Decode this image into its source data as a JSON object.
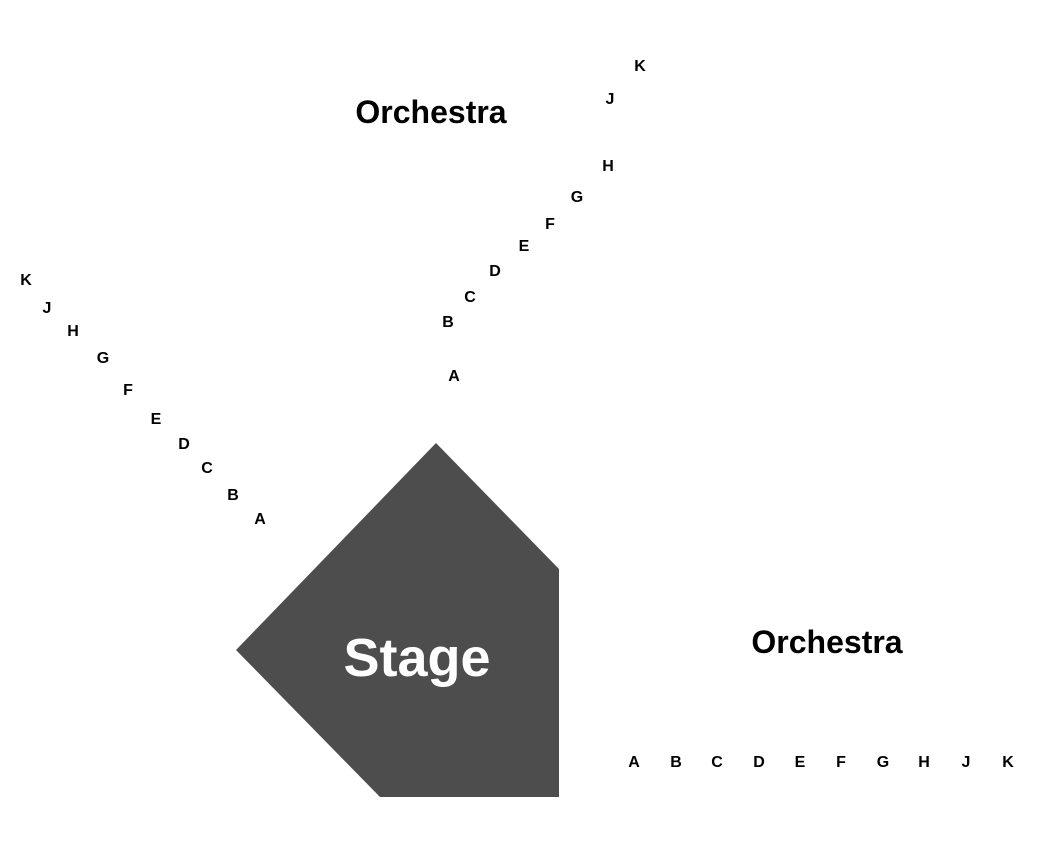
{
  "colors": {
    "stage_fill": "#4d4d4d",
    "stage_text": "#ffffff",
    "label_text": "#000000",
    "background": "#ffffff"
  },
  "stage": {
    "label": "Stage"
  },
  "sections": {
    "orchestra_top": {
      "label": "Orchestra",
      "rows": [
        "A",
        "B",
        "C",
        "D",
        "E",
        "F",
        "G",
        "H",
        "J",
        "K"
      ]
    },
    "orchestra_left": {
      "rows": [
        "A",
        "B",
        "C",
        "D",
        "E",
        "F",
        "G",
        "H",
        "J",
        "K"
      ]
    },
    "orchestra_right": {
      "label": "Orchestra",
      "rows": [
        "A",
        "B",
        "C",
        "D",
        "E",
        "F",
        "G",
        "H",
        "J",
        "K"
      ]
    }
  }
}
